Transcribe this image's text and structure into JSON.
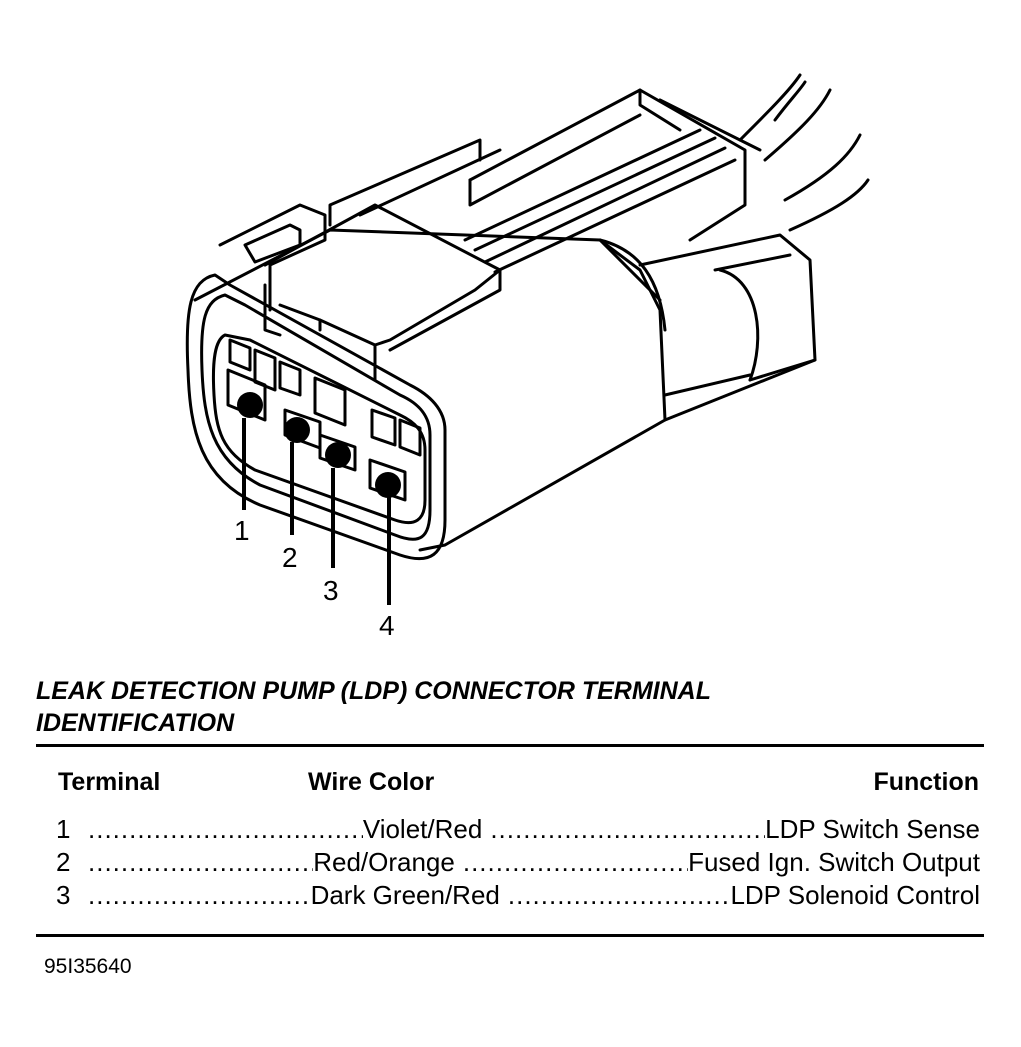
{
  "figure": {
    "pin_labels": [
      "1",
      "2",
      "3",
      "4"
    ],
    "title_line1": "LEAK DETECTION PUMP (LDP) CONNECTOR TERMINAL",
    "title_line2": "IDENTIFICATION",
    "figure_code": "95I35640"
  },
  "table": {
    "headers": {
      "terminal": "Terminal",
      "wire_color": "Wire Color",
      "function": "Function"
    },
    "rows": [
      {
        "terminal": "1",
        "wire_color": "Violet/Red",
        "function": "LDP Switch Sense"
      },
      {
        "terminal": "2",
        "wire_color": "Red/Orange",
        "function": "Fused Ign. Switch Output"
      },
      {
        "terminal": "3",
        "wire_color": "Dark Green/Red",
        "function": "LDP Solenoid Control"
      }
    ]
  }
}
